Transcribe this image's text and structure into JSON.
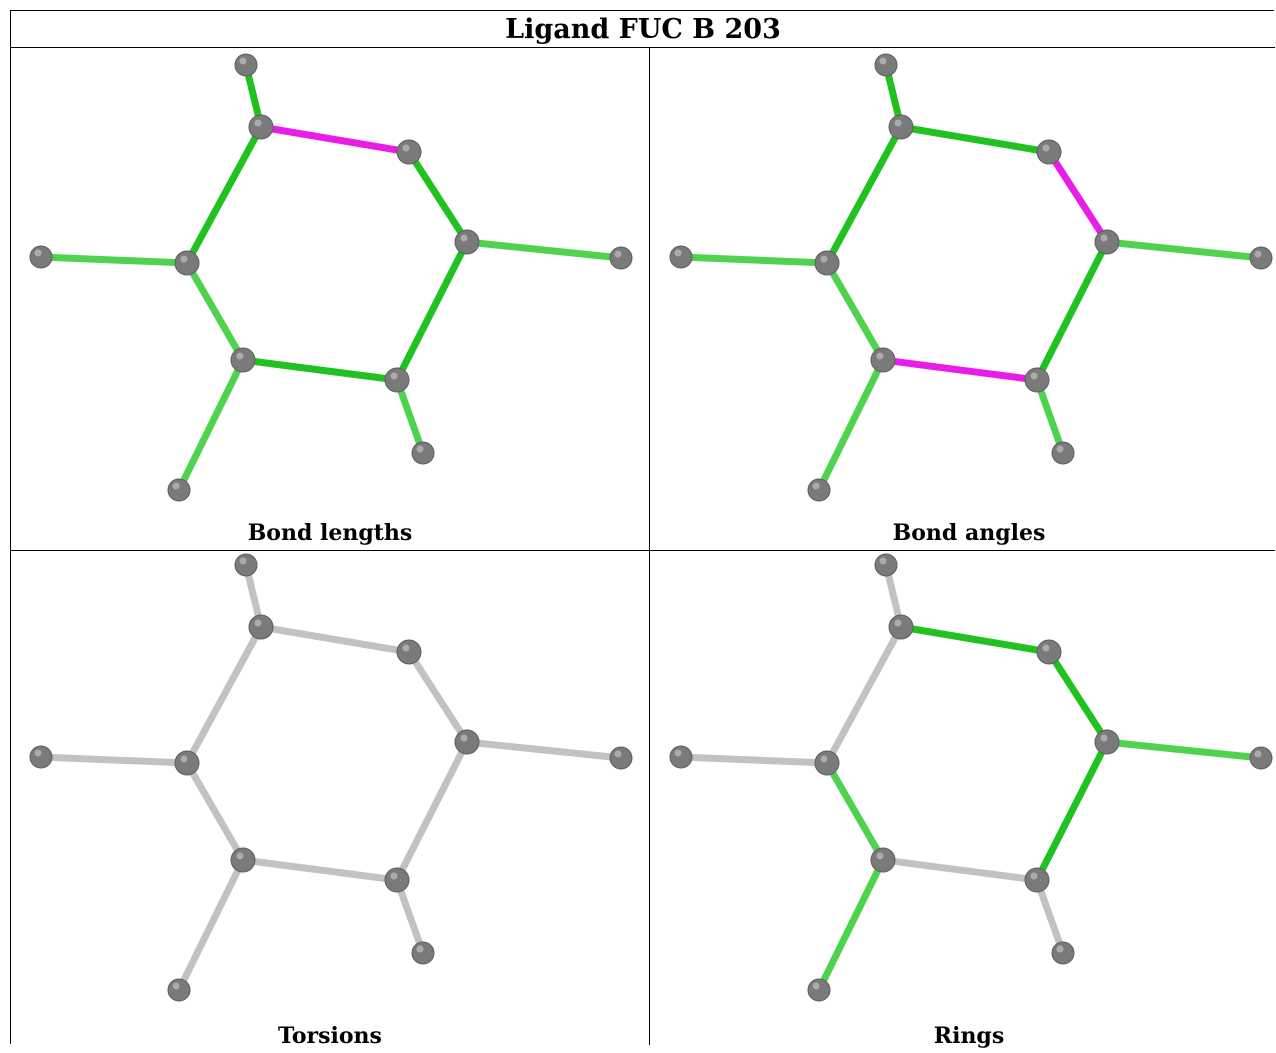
{
  "title": "Ligand FUC B 203",
  "colors": {
    "green_dark": "#1fc21f",
    "green_light": "#4fd34f",
    "magenta": "#e81ee8",
    "gray_bond": "#c2c2c2",
    "atom": "#7a7a7a"
  },
  "panels": [
    {
      "caption": "Bond lengths",
      "bonds": [
        "green_dark",
        "magenta",
        "green_dark",
        "green_light",
        "green_dark",
        "green_light",
        "green_dark",
        "green_light",
        "green_light",
        "green_dark",
        "green_light"
      ]
    },
    {
      "caption": "Bond angles",
      "bonds": [
        "green_dark",
        "green_dark",
        "magenta",
        "green_light",
        "green_dark",
        "green_light",
        "magenta",
        "green_light",
        "green_light",
        "green_dark",
        "green_light"
      ]
    },
    {
      "caption": "Torsions",
      "bonds": [
        "gray_bond",
        "gray_bond",
        "gray_bond",
        "gray_bond",
        "gray_bond",
        "gray_bond",
        "gray_bond",
        "gray_bond",
        "gray_bond",
        "gray_bond",
        "gray_bond"
      ]
    },
    {
      "caption": "Rings",
      "bonds": [
        "gray_bond",
        "green_dark",
        "green_dark",
        "green_light",
        "green_dark",
        "gray_bond",
        "gray_bond",
        "green_light",
        "green_light",
        "gray_bond",
        "gray_bond"
      ]
    }
  ]
}
